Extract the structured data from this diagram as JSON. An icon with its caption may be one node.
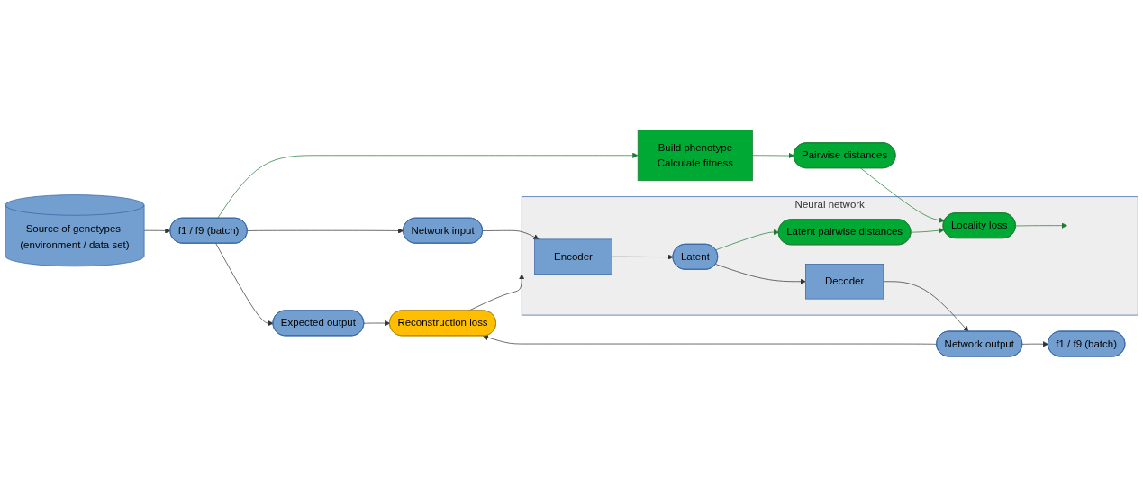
{
  "diagram": {
    "nodes": [
      {
        "text": [
          "Source of genotypes (environment / data set)"
        ]
      },
      {
        "text": [
          "f1 / f9 (batch)"
        ]
      },
      {
        "text": [
          "Expected output"
        ]
      },
      {
        "text": [
          "Reconstruction loss"
        ]
      },
      {
        "text": [
          "Network input"
        ]
      },
      {
        "text": [
          "Neural network"
        ]
      },
      {
        "text": [
          "Encoder"
        ],
        "in": 5
      },
      {
        "text": [
          "Latent"
        ],
        "in": 5
      },
      {
        "text": [
          "Decoder"
        ],
        "in": 5
      },
      {
        "text": [
          "Latent pairwise distances"
        ],
        "in": 5
      },
      {
        "text": [
          "Locality loss"
        ],
        "in": 5
      },
      {
        "text": [
          "Network output"
        ]
      },
      {
        "text": [
          "f1 / f9 (batch)"
        ]
      },
      {
        "text": [
          "Build phenotype",
          "Calculate fitness"
        ]
      },
      {
        "text": [
          "Pairwise distances"
        ]
      }
    ],
    "edges": [
      {
        "from": 0,
        "to": 1,
        "arrow": "to"
      },
      {
        "from": 1,
        "to": 2,
        "arrow": "to"
      },
      {
        "from": 2,
        "to": 3,
        "arrow": "to"
      },
      {
        "from": 1,
        "to": 4,
        "arrow": "to"
      },
      {
        "from": 4,
        "to": 6,
        "arrow": "to"
      },
      {
        "from": 6,
        "to": 7,
        "arrow": "to"
      },
      {
        "from": 7,
        "to": 8,
        "arrow": "to"
      },
      {
        "from": 8,
        "to": 11,
        "arrow": "to"
      },
      {
        "from": 11,
        "to": 12,
        "arrow": "to"
      },
      {
        "from": 11,
        "to": 3,
        "arrow": "to"
      },
      {
        "from": 3,
        "to": 5,
        "arrow": "to"
      },
      {
        "from": 1,
        "to": 13,
        "arrow": "to",
        "color": "#1e7b34"
      },
      {
        "from": 13,
        "to": 14,
        "arrow": "to",
        "color": "#1e7b34"
      },
      {
        "from": 14,
        "to": 10,
        "arrow": "to",
        "color": "#1e7b34"
      },
      {
        "from": 7,
        "to": 9,
        "arrow": "to",
        "color": "#1e7b34"
      },
      {
        "from": 9,
        "to": 10,
        "arrow": "to",
        "color": "#1e7b34"
      },
      {
        "from": 10,
        "to": null,
        "arrow": "to",
        "color": "#1e7b34"
      }
    ]
  }
}
